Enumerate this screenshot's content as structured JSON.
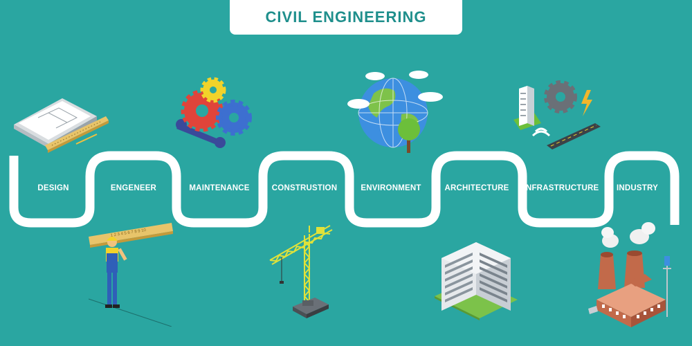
{
  "title": "CIVIL ENGINEERING",
  "colors": {
    "background": "#2aa6a1",
    "path": "#ffffff",
    "title_text": "#1f8f8c"
  },
  "steps": [
    {
      "label": "DESIGN",
      "icon": "blueprint-ruler-icon"
    },
    {
      "label": "ENGENEER",
      "icon": "engineer-with-ruler-icon"
    },
    {
      "label": "MAINTENANCE",
      "icon": "gears-wrench-icon"
    },
    {
      "label": "CONSTRUSTION",
      "icon": "tower-crane-icon"
    },
    {
      "label": "ENVIRONMENT",
      "icon": "globe-tree-icon"
    },
    {
      "label": "ARCHITECTURE",
      "icon": "office-building-icon"
    },
    {
      "label": "INFRASTRUCTURE",
      "icon": "city-gear-power-road-icon"
    },
    {
      "label": "INDUSTRY",
      "icon": "factory-smokestacks-icon"
    }
  ],
  "ruler_numbers": "1 2 3 4 5 6 7 8 9 10"
}
